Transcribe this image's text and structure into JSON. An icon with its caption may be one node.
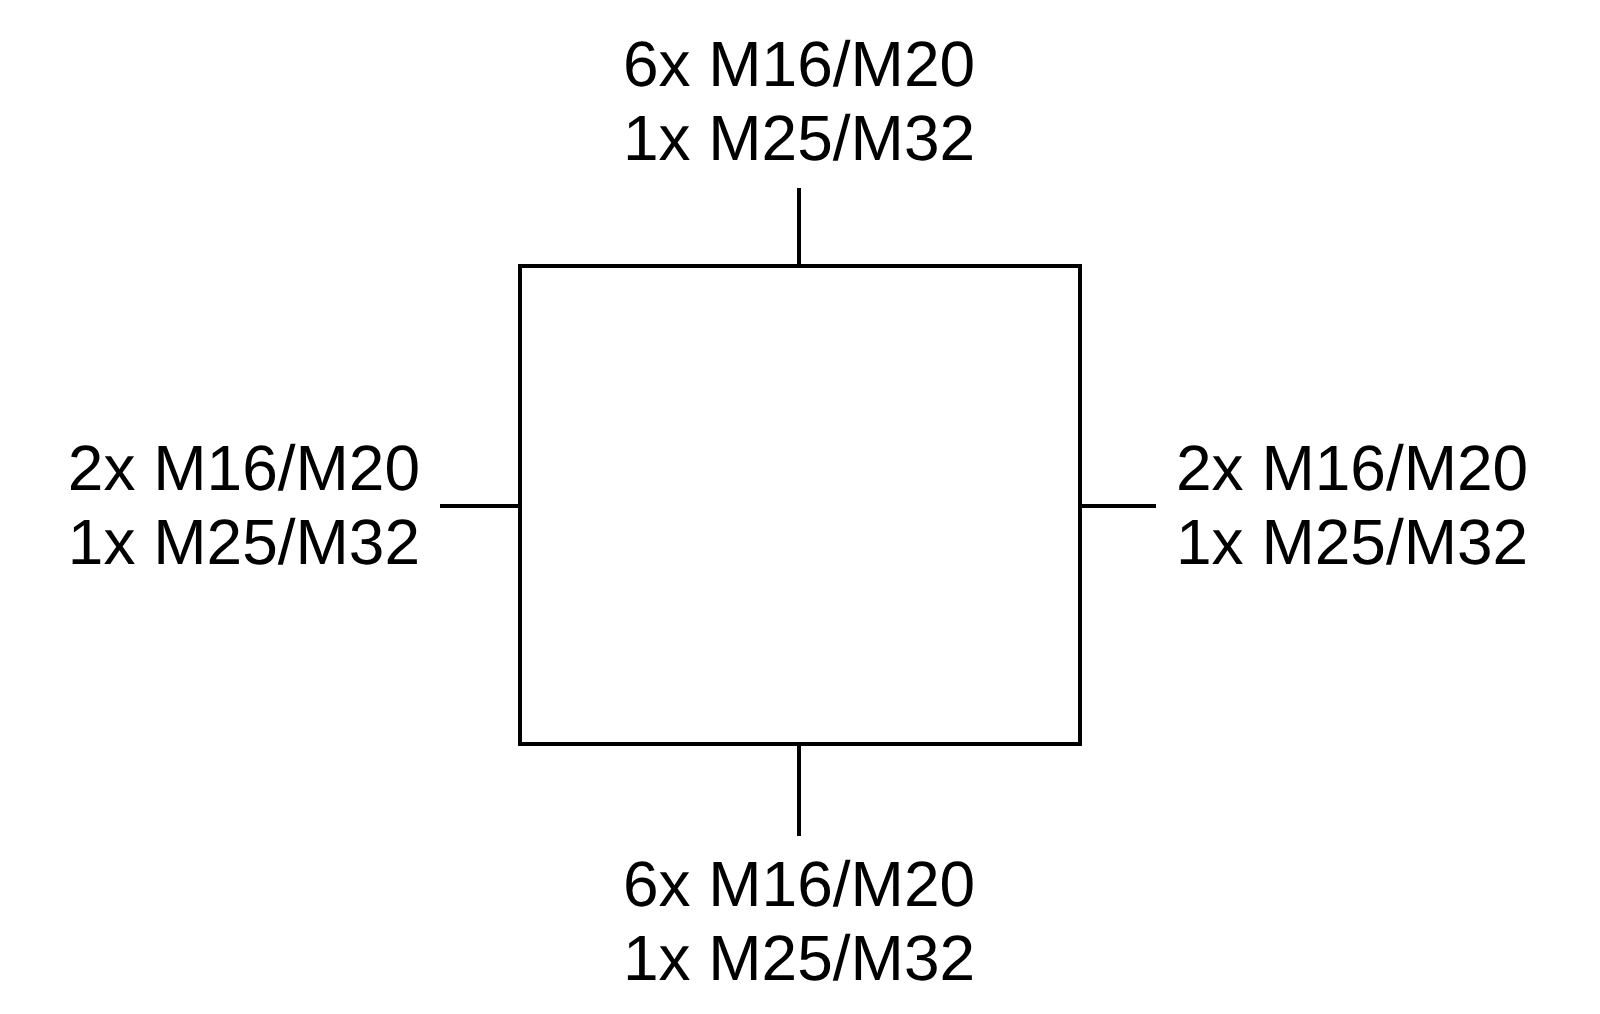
{
  "diagram": {
    "nodes": [
      {
        "text": [
          "6x M16/M20 1x M25/M32"
        ]
      },
      {
        "text": [
          "2x M16/M20 1x M25/M32"
        ]
      },
      {
        "text": [],
        "shape": "box"
      },
      {
        "text": [
          "2x M16/M20 1x M25/M32"
        ]
      },
      {
        "text": [
          "6x M16/M20 1x M25/M32"
        ]
      }
    ],
    "edges": [
      {
        "from": 0,
        "to": 2,
        "arrow": "none"
      },
      {
        "from": 1,
        "to": 2,
        "arrow": "none"
      },
      {
        "from": 3,
        "to": 2,
        "arrow": "none"
      },
      {
        "from": 4,
        "to": 2,
        "arrow": "none"
      }
    ]
  }
}
